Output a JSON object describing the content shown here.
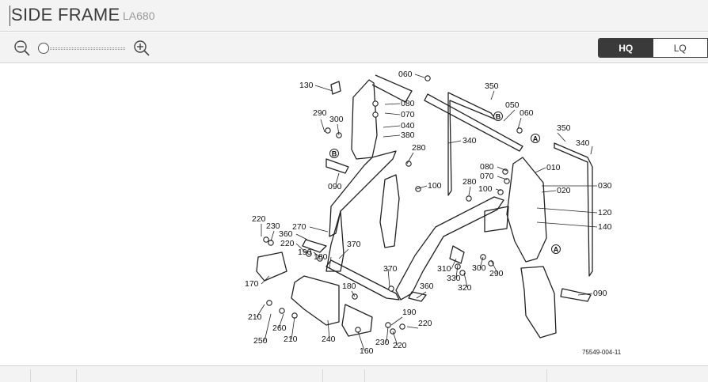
{
  "header": {
    "title": "SIDE FRAME",
    "model": "LA680"
  },
  "toolbar": {
    "zoom_level": 0,
    "quality": {
      "hq_label": "HQ",
      "lq_label": "LQ",
      "selected": "HQ"
    }
  },
  "diagram": {
    "labels": [
      "130",
      "060",
      "350",
      "050",
      "060",
      "080",
      "070",
      "290",
      "300",
      "040",
      "380",
      "280",
      "340",
      "350",
      "340",
      "090",
      "100",
      "080",
      "070",
      "010",
      "280",
      "100",
      "030",
      "020",
      "120",
      "140",
      "220",
      "230",
      "270",
      "360",
      "220",
      "190",
      "370",
      "180",
      "170",
      "310",
      "330",
      "300",
      "290",
      "320",
      "370",
      "180",
      "360",
      "210",
      "260",
      "250",
      "210",
      "240",
      "160",
      "230",
      "190",
      "220",
      "220",
      "090"
    ],
    "callouts": [
      "B",
      "A",
      "B",
      "A"
    ],
    "reference": "75549-004-11"
  }
}
